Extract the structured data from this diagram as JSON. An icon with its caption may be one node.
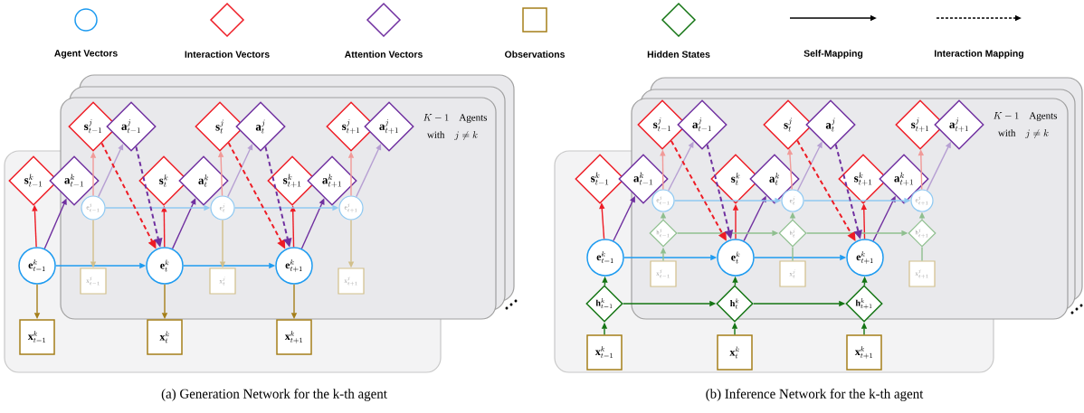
{
  "diagram": {
    "nodes": [
      {
        "text": [
          "\\mathbf{s}^{j}_{t-1}"
        ]
      },
      {
        "text": [
          "\\mathbf{a}^{j}_{t-1}"
        ]
      },
      {
        "text": [
          "\\mathbf{s}^{j}_{t}"
        ]
      },
      {
        "text": [
          "\\mathbf{a}^{j}_{t}"
        ]
      },
      {
        "text": [
          "\\mathbf{s}^{j}_{t+1}"
        ]
      },
      {
        "text": [
          "\\mathbf{a}^{j}_{t+1}"
        ]
      },
      {
        "text": [
          "\\mathbf{s}^{k}_{t-1}"
        ]
      },
      {
        "text": [
          "\\mathbf{a}^{k}_{t-1}"
        ]
      },
      {
        "text": [
          "\\mathbf{s}^{k}_{t}"
        ]
      },
      {
        "text": [
          "\\mathbf{a}^{k}_{t}"
        ]
      },
      {
        "text": [
          "\\mathbf{s}^{k}_{t+1}"
        ]
      },
      {
        "text": [
          "\\mathbf{a}^{k}_{t+1}"
        ]
      },
      {
        "text": [
          "\\mathrm{e}^{j}_{t-1}"
        ]
      },
      {
        "text": [
          "\\mathrm{e}^{j}_{t}"
        ]
      },
      {
        "text": [
          "\\mathrm{e}^{j}_{t+1}"
        ]
      },
      {
        "text": [
          "\\mathbf{e}^{k}_{t-1}"
        ]
      },
      {
        "text": [
          "\\mathbf{e}^{k}_{t}"
        ]
      },
      {
        "text": [
          "\\mathbf{e}^{k}_{t+1}"
        ]
      },
      {
        "text": [
          "\\mathrm{x}^{j}_{t-1}"
        ]
      },
      {
        "text": [
          "\\mathrm{x}^{j}_{t}"
        ]
      },
      {
        "text": [
          "\\mathrm{x}^{j}_{t+1}"
        ]
      },
      {
        "text": [
          "\\mathbf{x}^{k}_{t-1}"
        ]
      },
      {
        "text": [
          "\\mathbf{x}^{k}_{t}"
        ]
      },
      {
        "text": [
          "\\mathbf{x}^{k}_{t+1}"
        ]
      },
      {
        "text": [
          "\\mathbf{s}^{j}_{t-1}"
        ]
      },
      {
        "text": [
          "\\mathbf{a}^{j}_{t-1}"
        ]
      },
      {
        "text": [
          "\\mathbf{s}^{j}_{t}"
        ]
      },
      {
        "text": [
          "\\mathbf{a}^{j}_{t}"
        ]
      },
      {
        "text": [
          "\\mathbf{s}^{j}_{t+1}"
        ]
      },
      {
        "text": [
          "\\mathbf{a}^{j}_{t+1}"
        ]
      },
      {
        "text": [
          "\\mathbf{s}^{k}_{t-1}"
        ]
      },
      {
        "text": [
          "\\mathbf{a}^{k}_{t-1}"
        ]
      },
      {
        "text": [
          "\\mathbf{s}^{k}_{t}"
        ]
      },
      {
        "text": [
          "\\mathbf{a}^{k}_{t}"
        ]
      },
      {
        "text": [
          "\\mathbf{s}^{k}_{t+1}"
        ]
      },
      {
        "text": [
          "\\mathbf{a}^{k}_{t+1}"
        ]
      },
      {
        "text": [
          "\\mathrm{e}^{j}_{t-1}"
        ]
      },
      {
        "text": [
          "\\mathrm{e}^{j}_{t}"
        ]
      },
      {
        "text": [
          "\\mathrm{e}^{j}_{t+1}"
        ]
      },
      {
        "text": [
          "\\mathbf{e}^{k}_{t-1}"
        ]
      },
      {
        "text": [
          "\\mathbf{e}^{k}_{t}"
        ]
      },
      {
        "text": [
          "\\mathbf{e}^{k}_{t+1}"
        ]
      },
      {
        "text": [
          "\\mathrm{h}^{j}_{t-1}"
        ]
      },
      {
        "text": [
          "\\mathrm{h}^{j}_{t}"
        ]
      },
      {
        "text": [
          "\\mathrm{h}^{j}_{t+1}"
        ]
      },
      {
        "text": [
          "\\mathrm{x}^{j}_{t-1}"
        ]
      },
      {
        "text": [
          "\\mathrm{x}^{j}_{t}"
        ]
      },
      {
        "text": [
          "\\mathrm{x}^{j}_{t+1}"
        ]
      },
      {
        "text": [
          "\\mathbf{h}^{k}_{t-1}"
        ]
      },
      {
        "text": [
          "\\mathbf{h}^{k}_{t}"
        ]
      },
      {
        "text": [
          "\\mathbf{h}^{k}_{t+1}"
        ]
      },
      {
        "text": [
          "\\mathbf{x}^{k}_{t-1}"
        ]
      },
      {
        "text": [
          "\\mathbf{x}^{k}_{t}"
        ]
      },
      {
        "text": [
          "\\mathbf{x}^{k}_{t+1}"
        ]
      }
    ],
    "edges": [
      {
        "from": 15,
        "to": 6,
        "arrow": "to",
        "color": "#ee1c25"
      },
      {
        "from": 15,
        "to": 7,
        "arrow": "to",
        "color": "#7030a0"
      },
      {
        "from": 15,
        "to": 21,
        "arrow": "to",
        "color": "#a57f1a"
      },
      {
        "from": 15,
        "to": 16,
        "arrow": "to",
        "color": "#1e9bf0"
      },
      {
        "from": 16,
        "to": 8,
        "arrow": "to",
        "color": "#ee1c25"
      },
      {
        "from": 16,
        "to": 9,
        "arrow": "to",
        "color": "#7030a0"
      },
      {
        "from": 16,
        "to": 22,
        "arrow": "to",
        "color": "#a57f1a"
      },
      {
        "from": 16,
        "to": 17,
        "arrow": "to",
        "color": "#1e9bf0"
      },
      {
        "from": 17,
        "to": 10,
        "arrow": "to",
        "color": "#ee1c25"
      },
      {
        "from": 17,
        "to": 11,
        "arrow": "to",
        "color": "#7030a0"
      },
      {
        "from": 17,
        "to": 23,
        "arrow": "to",
        "color": "#a57f1a"
      },
      {
        "from": 12,
        "to": 0,
        "arrow": "to",
        "color": "#f19a98"
      },
      {
        "from": 12,
        "to": 1,
        "arrow": "to",
        "color": "#b7a0d3"
      },
      {
        "from": 12,
        "to": 18,
        "arrow": "to",
        "color": "#d2bf8a"
      },
      {
        "from": 12,
        "to": 13,
        "arrow": "to",
        "color": "#8fc9f2"
      },
      {
        "from": 13,
        "to": 2,
        "arrow": "to",
        "color": "#f19a98"
      },
      {
        "from": 13,
        "to": 3,
        "arrow": "to",
        "color": "#b7a0d3"
      },
      {
        "from": 13,
        "to": 19,
        "arrow": "to",
        "color": "#d2bf8a"
      },
      {
        "from": 13,
        "to": 14,
        "arrow": "to",
        "color": "#8fc9f2"
      },
      {
        "from": 14,
        "to": 4,
        "arrow": "to",
        "color": "#f19a98"
      },
      {
        "from": 14,
        "to": 5,
        "arrow": "to",
        "color": "#b7a0d3"
      },
      {
        "from": 14,
        "to": 20,
        "arrow": "to",
        "color": "#d2bf8a"
      },
      {
        "from": 0,
        "to": 16,
        "arrow": "to",
        "style": "dashed",
        "color": "#ee1c25"
      },
      {
        "from": 1,
        "to": 16,
        "arrow": "to",
        "style": "dashed",
        "color": "#7030a0"
      },
      {
        "from": 2,
        "to": 17,
        "arrow": "to",
        "style": "dashed",
        "color": "#ee1c25"
      },
      {
        "from": 3,
        "to": 17,
        "arrow": "to",
        "style": "dashed",
        "color": "#7030a0"
      },
      {
        "from": 39,
        "to": 30,
        "arrow": "to",
        "color": "#ee1c25"
      },
      {
        "from": 39,
        "to": 31,
        "arrow": "to",
        "color": "#7030a0"
      },
      {
        "from": 39,
        "to": 40,
        "arrow": "to",
        "color": "#1e9bf0"
      },
      {
        "from": 48,
        "to": 39,
        "arrow": "to",
        "color": "#137413"
      },
      {
        "from": 51,
        "to": 48,
        "arrow": "to",
        "color": "#137413"
      },
      {
        "from": 48,
        "to": 49,
        "arrow": "to",
        "color": "#137413"
      },
      {
        "from": 40,
        "to": 32,
        "arrow": "to",
        "color": "#ee1c25"
      },
      {
        "from": 40,
        "to": 33,
        "arrow": "to",
        "color": "#7030a0"
      },
      {
        "from": 40,
        "to": 41,
        "arrow": "to",
        "color": "#1e9bf0"
      },
      {
        "from": 49,
        "to": 40,
        "arrow": "to",
        "color": "#137413"
      },
      {
        "from": 52,
        "to": 49,
        "arrow": "to",
        "color": "#137413"
      },
      {
        "from": 49,
        "to": 50,
        "arrow": "to",
        "color": "#137413"
      },
      {
        "from": 41,
        "to": 34,
        "arrow": "to",
        "color": "#ee1c25"
      },
      {
        "from": 41,
        "to": 35,
        "arrow": "to",
        "color": "#7030a0"
      },
      {
        "from": 50,
        "to": 41,
        "arrow": "to",
        "color": "#137413"
      },
      {
        "from": 53,
        "to": 50,
        "arrow": "to",
        "color": "#137413"
      },
      {
        "from": 36,
        "to": 24,
        "arrow": "to",
        "color": "#f19a98"
      },
      {
        "from": 36,
        "to": 25,
        "arrow": "to",
        "color": "#b7a0d3"
      },
      {
        "from": 36,
        "to": 37,
        "arrow": "to",
        "color": "#8fc9f2"
      },
      {
        "from": 42,
        "to": 36,
        "arrow": "to",
        "color": "#8fbf8f"
      },
      {
        "from": 45,
        "to": 42,
        "arrow": "to",
        "color": "#8fbf8f"
      },
      {
        "from": 42,
        "to": 43,
        "arrow": "to",
        "color": "#8fbf8f"
      },
      {
        "from": 37,
        "to": 26,
        "arrow": "to",
        "color": "#f19a98"
      },
      {
        "from": 37,
        "to": 27,
        "arrow": "to",
        "color": "#b7a0d3"
      },
      {
        "from": 37,
        "to": 38,
        "arrow": "to",
        "color": "#8fc9f2"
      },
      {
        "from": 43,
        "to": 37,
        "arrow": "to",
        "color": "#8fbf8f"
      },
      {
        "from": 46,
        "to": 43,
        "arrow": "none",
        "color": "#8fbf8f"
      },
      {
        "from": 43,
        "to": 44,
        "arrow": "to",
        "color": "#8fbf8f"
      },
      {
        "from": 38,
        "to": 28,
        "arrow": "to",
        "color": "#f19a98"
      },
      {
        "from": 38,
        "to": 29,
        "arrow": "to",
        "color": "#b7a0d3"
      },
      {
        "from": 44,
        "to": 38,
        "arrow": "to",
        "color": "#8fbf8f"
      },
      {
        "from": 47,
        "to": 44,
        "arrow": "none",
        "color": "#8fbf8f"
      },
      {
        "from": 24,
        "to": 40,
        "arrow": "to",
        "style": "dashed",
        "color": "#ee1c25"
      },
      {
        "from": 25,
        "to": 40,
        "arrow": "to",
        "style": "dashed",
        "color": "#7030a0"
      },
      {
        "from": 26,
        "to": 41,
        "arrow": "to",
        "style": "dashed",
        "color": "#ee1c25"
      },
      {
        "from": 27,
        "to": 41,
        "arrow": "to",
        "style": "dashed",
        "color": "#7030a0"
      }
    ],
    "labels": [
      "K-1\\quad\\mbox{Agents}",
      "\\mbox{with}\\quad j\\neq k",
      "K-1\\quad\\mbox{Agents}",
      "\\mbox{with}\\quad j\\neq k",
      "(a) Generation Network for the k-th agent",
      "(b) Inference Network for the k-th agent"
    ],
    "legend": [
      {
        "text": "Agent Vectors"
      },
      {
        "text": "Interaction Vectors"
      },
      {
        "text": "Attention Vectors"
      },
      {
        "text": "Observations"
      },
      {
        "text": "Hidden States"
      },
      {
        "text": "Self-Mapping"
      },
      {
        "text": "Interaction Mapping"
      }
    ]
  }
}
